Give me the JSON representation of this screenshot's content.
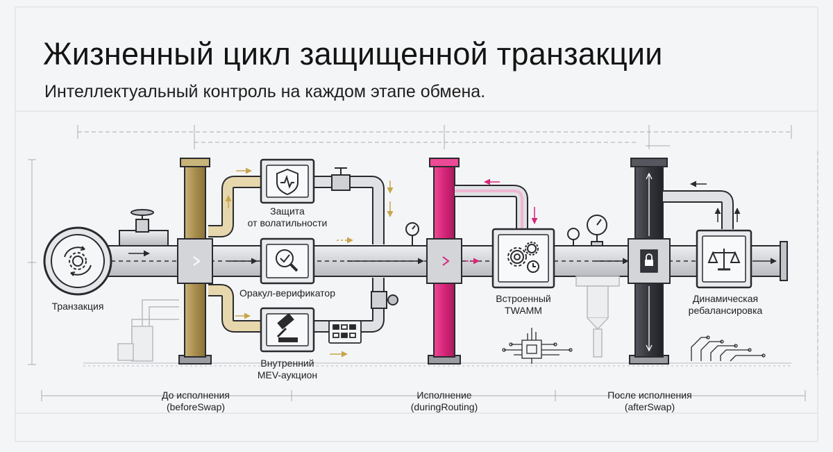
{
  "header": {
    "title": "Жизненный цикл защищенной транзакции",
    "subtitle": "Интеллектуальный контроль на каждом этапе обмена."
  },
  "labels": {
    "transaction": "Транзакция",
    "volatility_1": "Защита",
    "volatility_2": "от волатильности",
    "oracle": "Оракул-верификатор",
    "mev_1": "Внутренний",
    "mev_2": "MEV-аукцион",
    "twamm_1": "Встроенный",
    "twamm_2": "TWAMM",
    "rebalance_1": "Динамическая",
    "rebalance_2": "ребалансировка"
  },
  "phases": [
    {
      "name": "До исполнения",
      "hook": "(beforeSwap)"
    },
    {
      "name": "Исполнение",
      "hook": "(duringRouting)"
    },
    {
      "name": "После исполнения",
      "hook": "(afterSwap)"
    }
  ],
  "colors": {
    "before": "#b39a5c",
    "during": "#d6257a",
    "after": "#3a3b42",
    "pipe": "#d9dadd",
    "line": "#2a2a2e"
  },
  "icons": [
    "sync-gear-icon",
    "shield-pulse-icon",
    "magnifier-check-icon",
    "gavel-icon",
    "gears-clock-icon",
    "lock-icon",
    "scales-icon"
  ]
}
